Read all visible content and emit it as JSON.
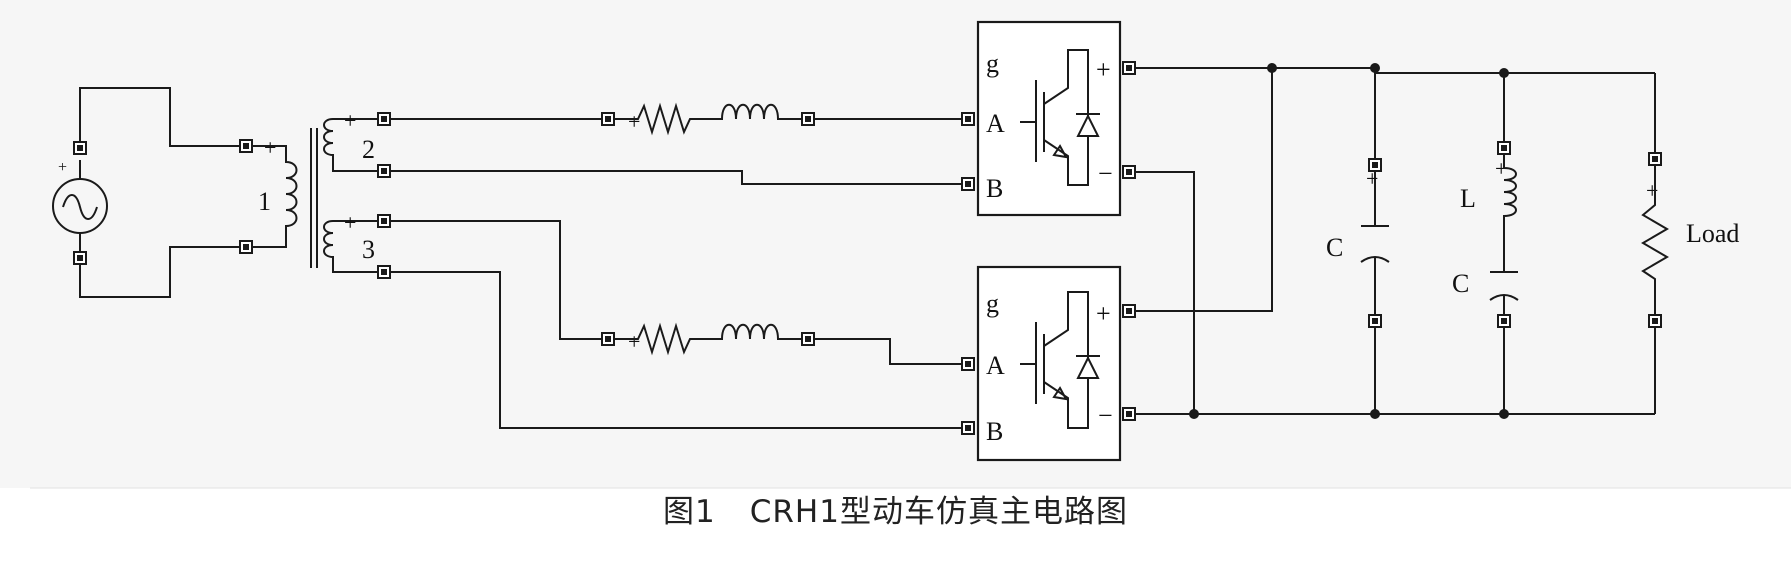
{
  "diagram": {
    "winding_labels": {
      "primary": "1",
      "secondary_a": "2",
      "secondary_b": "3"
    },
    "converter_ports": {
      "gate": "g",
      "in_a": "A",
      "in_b": "B",
      "out_pos": "+",
      "out_neg": "−"
    },
    "polarity_plus": "+",
    "labels": {
      "capacitor_1": "C",
      "inductor": "L",
      "capacitor_2": "C",
      "load": "Load"
    }
  },
  "caption": {
    "number": "图1",
    "title": "CRH1型动车仿真主电路图"
  },
  "colors": {
    "ink": "#1a1a1a",
    "background": "#f6f6f6"
  }
}
